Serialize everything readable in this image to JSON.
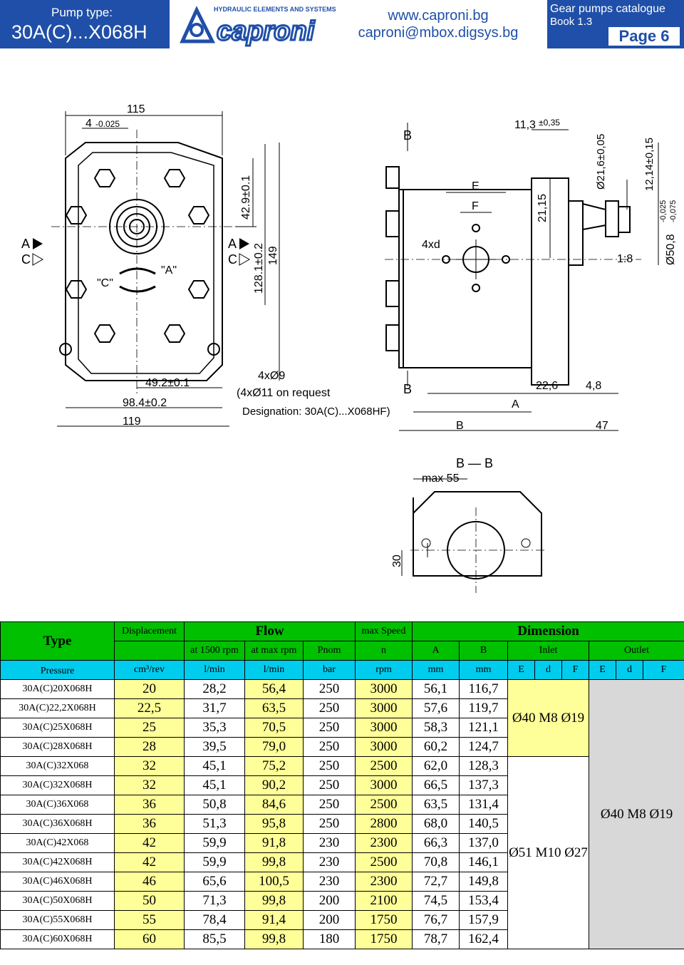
{
  "header": {
    "pump_type_label": "Pump type:",
    "pump_type_value": "30A(C)...X068H",
    "logo_tagline": "HYDRAULIC ELEMENTS AND SYSTEMS",
    "logo_name": "caproni",
    "website": "www.caproni.bg",
    "email": "caproni@mbox.digsys.bg",
    "catalogue": "Gear pumps catalogue",
    "book": "Book 1.3",
    "page": "Page  6",
    "brand_color": "#1f4fa8"
  },
  "drawing": {
    "front": {
      "dim_115": "115",
      "dim_4": "4",
      "dim_4_tol": "-0.025",
      "dim_42_9": "42.9±0.1",
      "dim_128_1": "128.1±0.2",
      "dim_149": "149",
      "dim_49_2": "49.2±0.1",
      "dim_98_4": "98.4±0.2",
      "dim_119": "119",
      "label_a": "A",
      "label_c": "C",
      "label_c_quote": "\"C\"",
      "label_a_quote": "\"A\"",
      "holes": "4xØ9",
      "holes_option": "(4xØ11 on request",
      "designation": "Designation: 30A(C)...X068HF)"
    },
    "side": {
      "label_b": "B",
      "dim_11_3": "11,3",
      "dim_11_3_tol": "±0,35",
      "label_e": "E",
      "label_f": "F",
      "label_4xd": "4xd",
      "dim_21_15": "21,15",
      "dim_21_6": "Ø21,6±0,05",
      "dim_12_14": "12,14±0,15",
      "dim_50_8": "Ø50,8",
      "dim_50_8_tol_upper": "-0,025",
      "dim_50_8_tol_lower": "-0,075",
      "taper": "1:8",
      "dim_22_6": "22,6",
      "dim_4_8": "4,8",
      "label_a": "A",
      "dim_47": "47"
    },
    "section": {
      "title": "B — B",
      "dim_max55": "max 55",
      "dim_30": "30"
    }
  },
  "table": {
    "h_type": "Type",
    "h_displacement": "Displacement",
    "h_flow": "Flow",
    "h_pressure": "Pressure",
    "h_speed": "max Speed",
    "h_dimension": "Dimension",
    "s_flow1500": "at 1500 rpm",
    "s_flowmax": "at max rpm",
    "s_pnom": "Pnom",
    "s_n": "n",
    "s_a": "A",
    "s_b": "B",
    "s_inlet": "Inlet",
    "s_outlet": "Outlet",
    "u_disp": "cm³/rev",
    "u_flow1": "l/min",
    "u_flow2": "l/min",
    "u_bar": "bar",
    "u_rpm": "rpm",
    "u_mm1": "mm",
    "u_mm2": "mm",
    "u_e1": "E",
    "u_d1": "d",
    "u_f1": "F",
    "u_e2": "E",
    "u_d2": "d",
    "u_f2": "F",
    "inlet1": "Ø40  M8  Ø19",
    "inlet2": "Ø51  M10 Ø27",
    "outlet": "Ø40  M8  Ø19",
    "rows": [
      [
        "30A(C)20X068H",
        "20",
        "28,2",
        "56,4",
        "250",
        "3000",
        "56,1",
        "116,7"
      ],
      [
        "30A(C)22,2X068H",
        "22,5",
        "31,7",
        "63,5",
        "250",
        "3000",
        "57,6",
        "119,7"
      ],
      [
        "30A(C)25X068H",
        "25",
        "35,3",
        "70,5",
        "250",
        "3000",
        "58,3",
        "121,1"
      ],
      [
        "30A(C)28X068H",
        "28",
        "39,5",
        "79,0",
        "250",
        "3000",
        "60,2",
        "124,7"
      ],
      [
        "30A(C)32X068",
        "32",
        "45,1",
        "75,2",
        "250",
        "2500",
        "62,0",
        "128,3"
      ],
      [
        "30A(C)32X068H",
        "32",
        "45,1",
        "90,2",
        "250",
        "3000",
        "66,5",
        "137,3"
      ],
      [
        "30A(C)36X068",
        "36",
        "50,8",
        "84,6",
        "250",
        "2500",
        "63,5",
        "131,4"
      ],
      [
        "30A(C)36X068H",
        "36",
        "51,3",
        "95,8",
        "250",
        "2800",
        "68,0",
        "140,5"
      ],
      [
        "30A(C)42X068",
        "42",
        "59,9",
        "91,8",
        "230",
        "2300",
        "66,3",
        "137,0"
      ],
      [
        "30A(C)42X068H",
        "42",
        "59,9",
        "99,8",
        "230",
        "2500",
        "70,8",
        "146,1"
      ],
      [
        "30A(C)46X068H",
        "46",
        "65,6",
        "100,5",
        "230",
        "2300",
        "72,7",
        "149,8"
      ],
      [
        "30A(C)50X068H",
        "50",
        "71,3",
        "99,8",
        "200",
        "2100",
        "74,5",
        "153,4"
      ],
      [
        "30A(C)55X068H",
        "55",
        "78,4",
        "91,4",
        "200",
        "1750",
        "76,7",
        "157,9"
      ],
      [
        "30A(C)60X068H",
        "60",
        "85,5",
        "99,8",
        "180",
        "1750",
        "78,7",
        "162,4"
      ]
    ]
  }
}
